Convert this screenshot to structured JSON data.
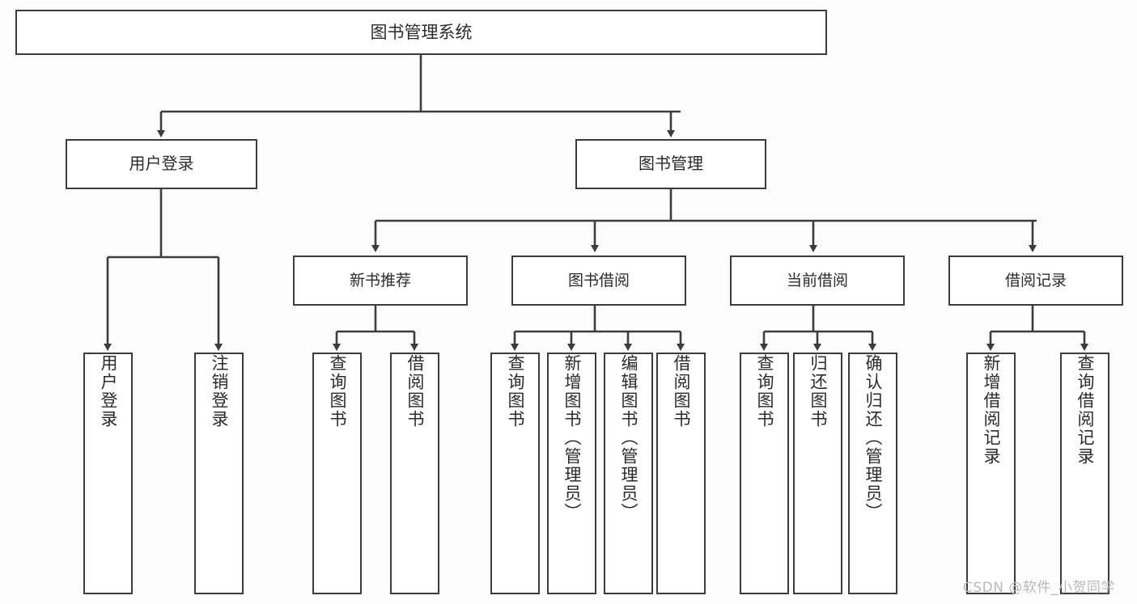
{
  "diagram": {
    "title": "图书管理系统",
    "type": "tree-hierarchy-diagram",
    "colors": {
      "background": "#fcfcfc",
      "node_fill": "#ffffff",
      "node_border": "#3c3c3c",
      "edge": "#3c3c3c",
      "text": "#2b2b2b",
      "watermark": "#b9b9b9"
    },
    "root": {
      "label": "图书管理系统"
    },
    "level1": [
      {
        "id": "user-login",
        "label": "用户登录"
      },
      {
        "id": "book-management",
        "label": "图书管理"
      }
    ],
    "level2": [
      {
        "id": "new-book-recommend",
        "label": "新书推荐"
      },
      {
        "id": "book-borrow",
        "label": "图书借阅"
      },
      {
        "id": "current-borrow",
        "label": "当前借阅"
      },
      {
        "id": "borrow-record",
        "label": "借阅记录"
      }
    ],
    "leaves": {
      "user_login": [
        {
          "id": "leaf-user-login",
          "label": "用户登录"
        },
        {
          "id": "leaf-logout-login",
          "label": "注销登录"
        }
      ],
      "new_book_recommend": [
        {
          "id": "leaf-query-book-1",
          "label": "查询图书"
        },
        {
          "id": "leaf-borrow-book-1",
          "label": "借阅图书"
        }
      ],
      "book_borrow": [
        {
          "id": "leaf-query-book-2",
          "label": "查询图书"
        },
        {
          "id": "leaf-add-book",
          "label": "新增图书（管理员）"
        },
        {
          "id": "leaf-edit-book",
          "label": "编辑图书（管理员）"
        },
        {
          "id": "leaf-borrow-book-2",
          "label": "借阅图书"
        }
      ],
      "current_borrow": [
        {
          "id": "leaf-query-book-3",
          "label": "查询图书"
        },
        {
          "id": "leaf-return-book",
          "label": "归还图书"
        },
        {
          "id": "leaf-confirm-return",
          "label": "确认归还（管理员）"
        }
      ],
      "borrow_record": [
        {
          "id": "leaf-add-record",
          "label": "新增借阅记录"
        },
        {
          "id": "leaf-query-record",
          "label": "查询借阅记录"
        }
      ]
    },
    "watermark": "CSDN @软件_小贺同学"
  }
}
